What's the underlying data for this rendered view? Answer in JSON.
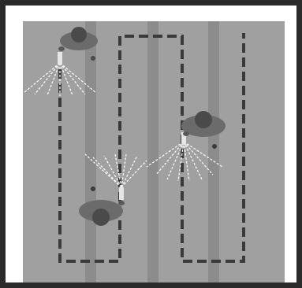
{
  "figure": {
    "frame_color": "#2b2b2b",
    "canvas_color": "#ffffff",
    "field_color": "#a0a0a0",
    "stripe_color": "#8c8c8c",
    "path_color": "#3a3a3a",
    "spray_color": "#ffffff",
    "person_color": "#6b6b6b",
    "head_color": "#4a4a4a"
  },
  "elements": {
    "field": {
      "label": "",
      "stripe_count": 3
    },
    "spray_path": {
      "style": "dashed",
      "loops": 2
    },
    "workers": [
      {
        "id": "worker-1",
        "facing": "down"
      },
      {
        "id": "worker-2",
        "facing": "up"
      },
      {
        "id": "worker-3",
        "facing": "down"
      }
    ]
  }
}
